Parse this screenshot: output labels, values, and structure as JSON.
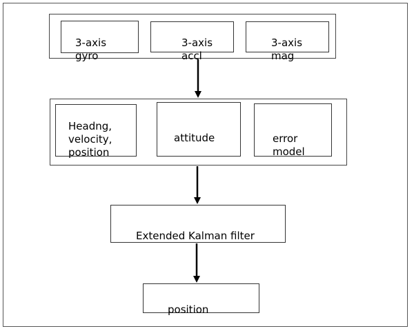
{
  "diagram": {
    "sensors": [
      {
        "label": "3-axis\ngyro"
      },
      {
        "label": "3-axis\naccl"
      },
      {
        "label": "3-axis\nmag"
      }
    ],
    "states": [
      {
        "label": "Headng,\nvelocity,\nposition"
      },
      {
        "label": "attitude"
      },
      {
        "label": "error\nmodel"
      }
    ],
    "filter_label": "Extended Kalman filter",
    "output_label": "position"
  }
}
